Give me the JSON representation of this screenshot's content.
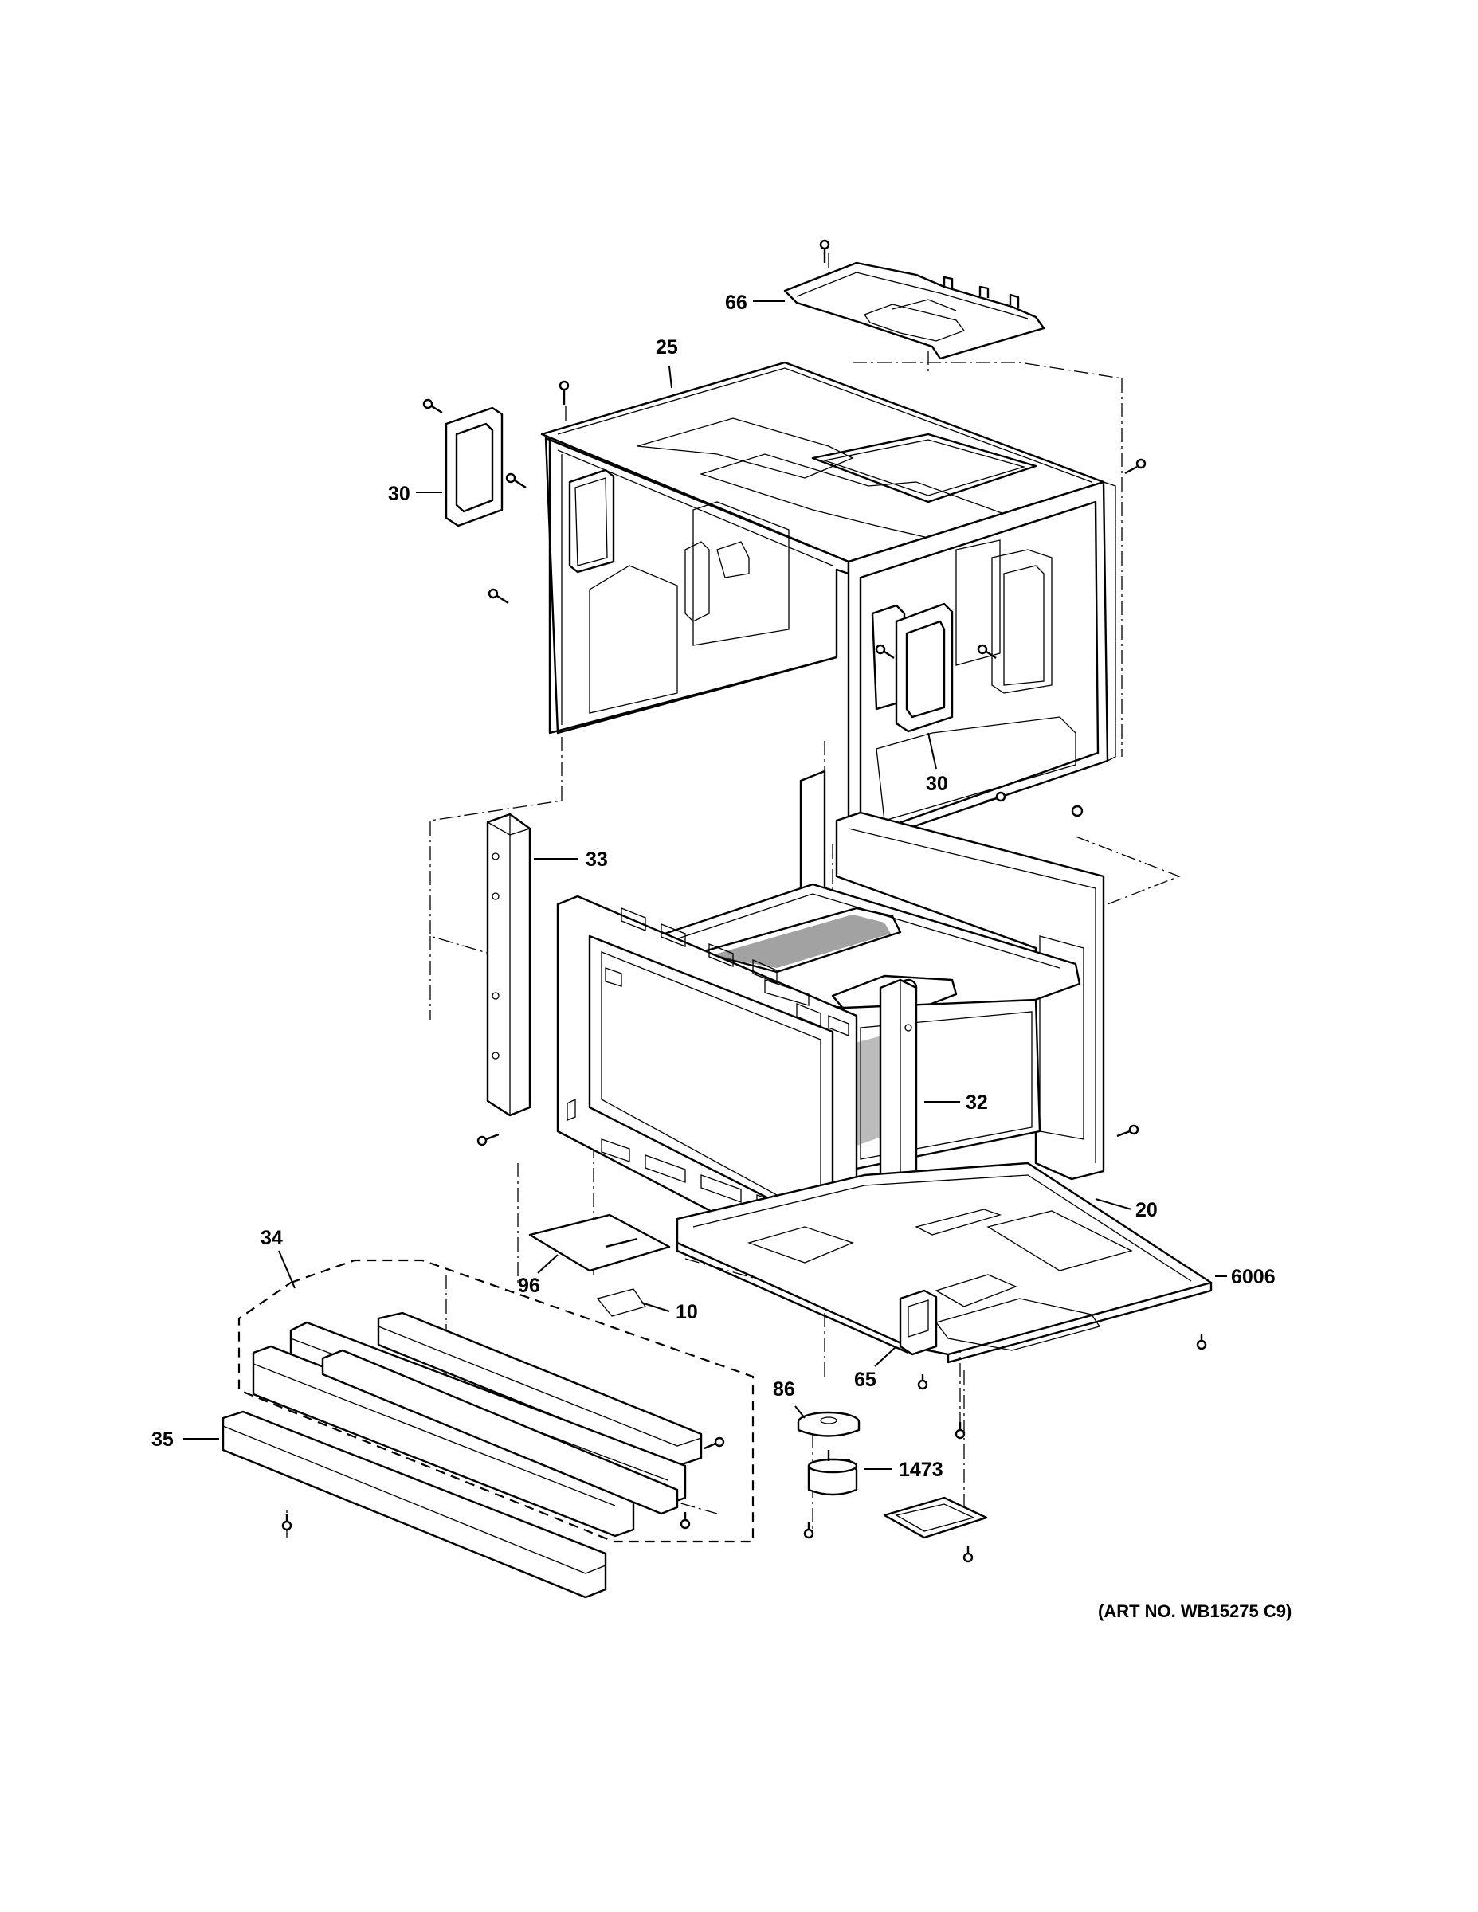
{
  "diagram": {
    "art_number": "(ART NO. WB15275 C9)",
    "part_labels": {
      "p66": "66",
      "p25": "25",
      "p30a": "30",
      "p30b": "30",
      "p33": "33",
      "p32": "32",
      "p20": "20",
      "p6006": "6006",
      "p34": "34",
      "p96": "96",
      "p10": "10",
      "p86": "86",
      "p65": "65",
      "p35": "35",
      "p1473": "1473"
    }
  }
}
